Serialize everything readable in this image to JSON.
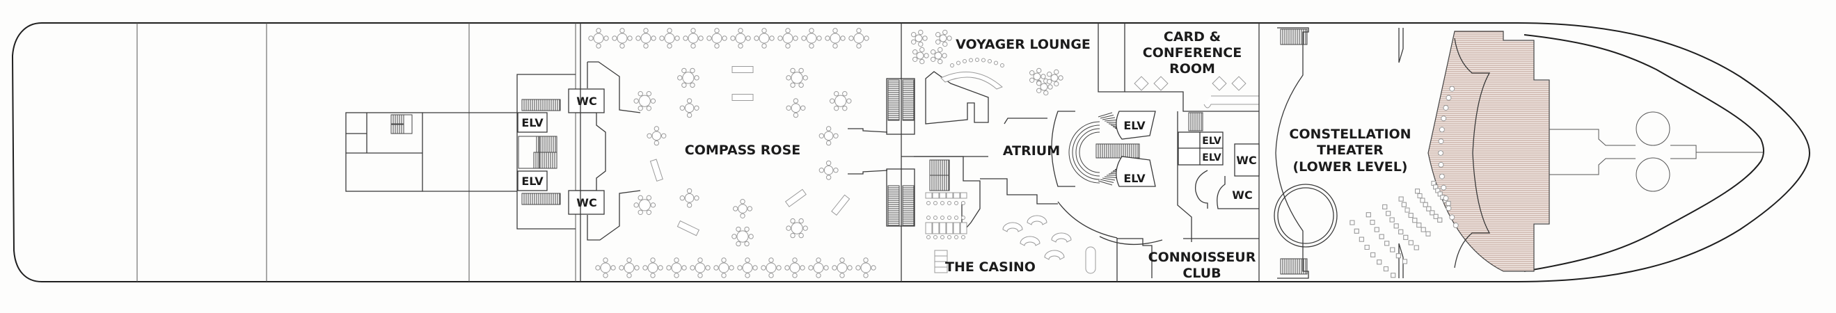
{
  "deck_plan": {
    "title": "Deck Plan",
    "orientation": "stern-left-bow-right",
    "colors": {
      "hull_line": "#1e1e1e",
      "wall_line": "#3a3a3a",
      "furniture_line": "#9a9a9a",
      "label_text": "#1b1b1b",
      "stage_hatch": "#b99a8e",
      "background": "#fdfdfc"
    },
    "venues": {
      "compass_rose": {
        "lines": [
          "COMPASS ROSE"
        ]
      },
      "voyager_lounge": {
        "lines": [
          "VOYAGER LOUNGE"
        ]
      },
      "atrium": {
        "lines": [
          "ATRIUM"
        ]
      },
      "the_casino": {
        "lines": [
          "THE CASINO"
        ]
      },
      "card_conference_room": {
        "lines": [
          "CARD &",
          "CONFERENCE",
          "ROOM"
        ]
      },
      "connoisseur_club": {
        "lines": [
          "CONNOISSEUR",
          "CLUB"
        ]
      },
      "constellation_theater": {
        "lines": [
          "CONSTELLATION",
          "THEATER",
          "(LOWER LEVEL)"
        ]
      }
    },
    "facilities": {
      "wc": "WC",
      "elevator": "ELV"
    }
  }
}
